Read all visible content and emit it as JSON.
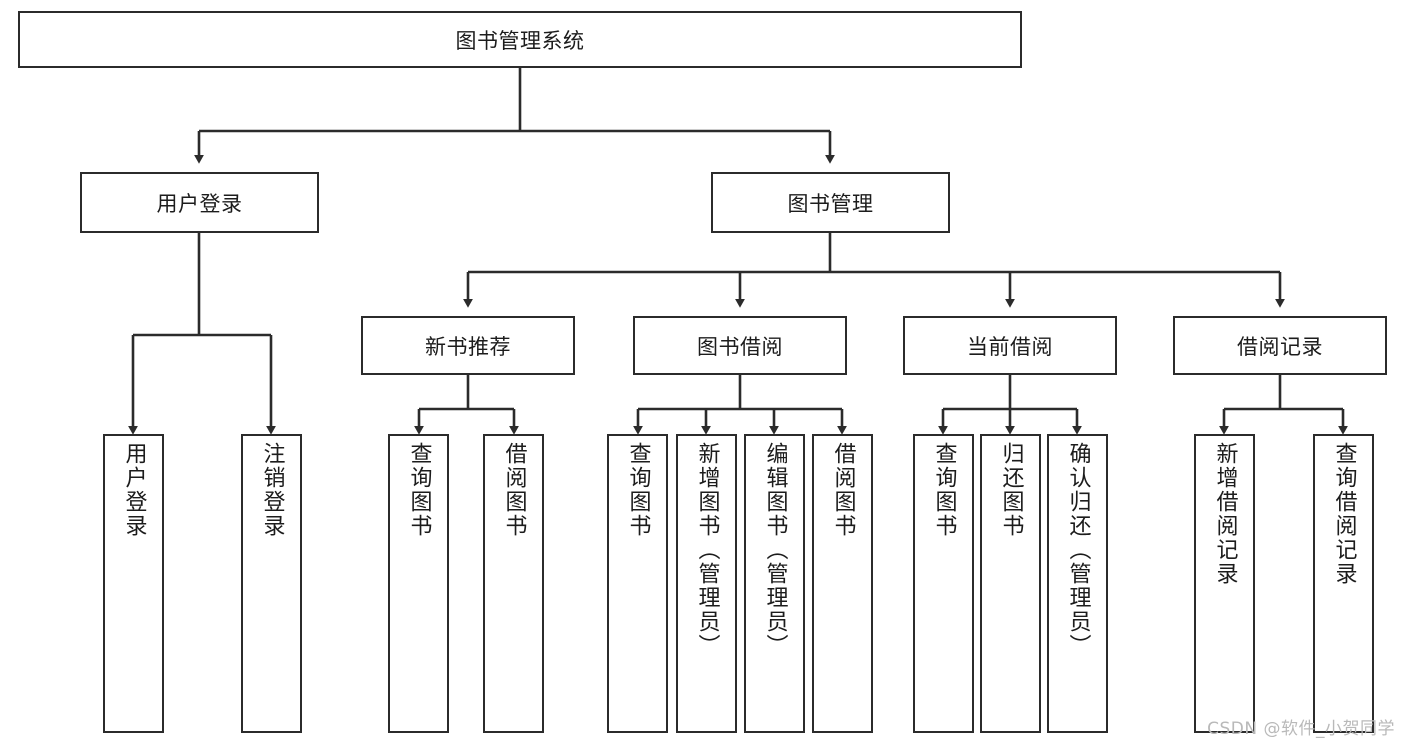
{
  "diagram": {
    "title_node": {
      "label": "图书管理系统"
    },
    "level2": [
      {
        "label": "用户登录"
      },
      {
        "label": "图书管理"
      }
    ],
    "level3": [
      {
        "label": "新书推荐"
      },
      {
        "label": "图书借阅"
      },
      {
        "label": "当前借阅"
      },
      {
        "label": "借阅记录"
      }
    ],
    "leaves": {
      "user_login": [
        {
          "label": "用户登录"
        },
        {
          "label": "注销登录"
        }
      ],
      "new_book_recommend": [
        {
          "label": "查询图书"
        },
        {
          "label": "借阅图书"
        }
      ],
      "book_borrow": [
        {
          "label": "查询图书"
        },
        {
          "label": "新增图书（管理员）"
        },
        {
          "label": "编辑图书（管理员）"
        },
        {
          "label": "借阅图书"
        }
      ],
      "current_borrow": [
        {
          "label": "查询图书"
        },
        {
          "label": "归还图书"
        },
        {
          "label": "确认归还（管理员）"
        }
      ],
      "borrow_record": [
        {
          "label": "新增借阅记录"
        },
        {
          "label": "查询借阅记录"
        }
      ]
    },
    "watermark": "CSDN @软件_小贺同学",
    "colors": {
      "stroke": "#2b2b2b",
      "fill": "#ffffff",
      "text": "#1c1c1c",
      "watermark": "#b9b9b9"
    }
  }
}
